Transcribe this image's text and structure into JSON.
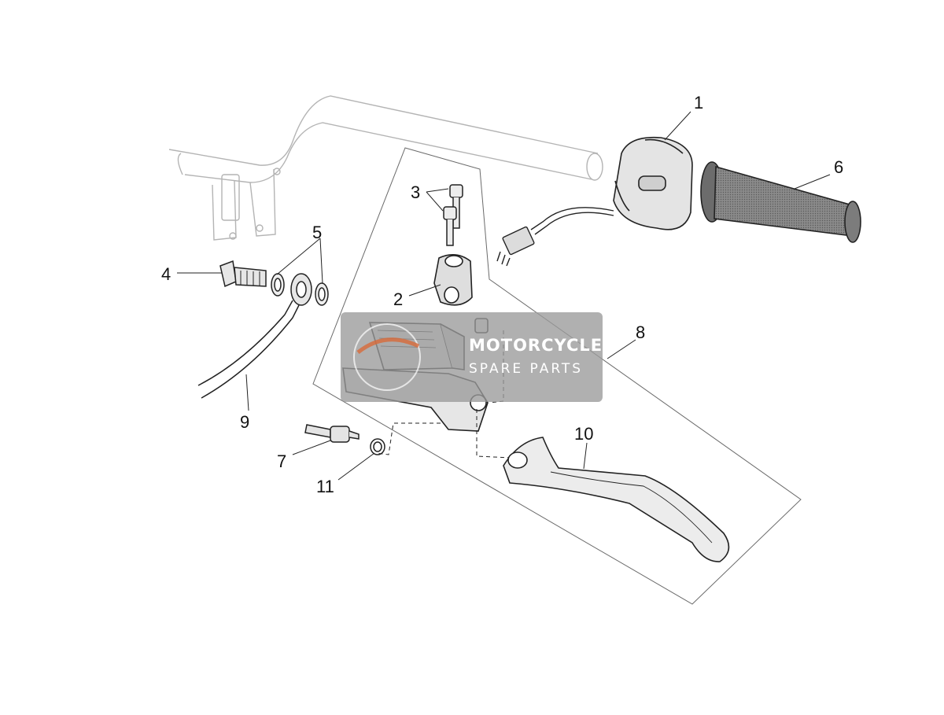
{
  "diagram": {
    "callouts": [
      {
        "id": "1",
        "label": "1"
      },
      {
        "id": "2",
        "label": "2"
      },
      {
        "id": "3",
        "label": "3"
      },
      {
        "id": "4",
        "label": "4"
      },
      {
        "id": "5",
        "label": "5"
      },
      {
        "id": "6",
        "label": "6"
      },
      {
        "id": "7",
        "label": "7"
      },
      {
        "id": "8",
        "label": "8"
      },
      {
        "id": "9",
        "label": "9"
      },
      {
        "id": "10",
        "label": "10"
      },
      {
        "id": "11",
        "label": "11"
      }
    ]
  },
  "watermark": {
    "line1": "MOTORCYCLE",
    "line2": "SPARE PARTS"
  },
  "colors": {
    "line": "#222222",
    "faint": "#b0b0b0",
    "grip": "#7a7a7a",
    "watermark_bg": "#9a9a9a",
    "watermark_accent": "#d86a3a"
  }
}
